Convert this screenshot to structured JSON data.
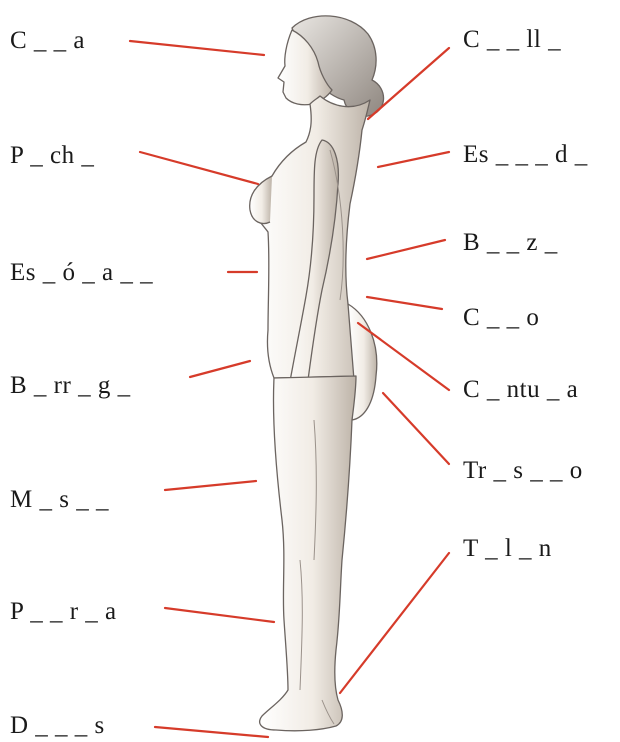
{
  "labels_left": [
    {
      "key": "cara",
      "text": "C _ _ a"
    },
    {
      "key": "pecho",
      "text": "P _ ch _"
    },
    {
      "key": "estomago",
      "text": "Es _ ó _ a _ _"
    },
    {
      "key": "barriga",
      "text": "B _ rr _ g _"
    },
    {
      "key": "muslo",
      "text": "M _ s _ _"
    },
    {
      "key": "pierna",
      "text": "P _ _ r _ a"
    },
    {
      "key": "dedos",
      "text": "D _ _ _ s"
    }
  ],
  "labels_right": [
    {
      "key": "cuello",
      "text": "C _ _ ll _"
    },
    {
      "key": "espalda",
      "text": "Es _ _ _ d _"
    },
    {
      "key": "brazo",
      "text": "B _ _ z _"
    },
    {
      "key": "codo",
      "text": "C _ _ o"
    },
    {
      "key": "cintura",
      "text": "C _ ntu _ a"
    },
    {
      "key": "trasero",
      "text": "Tr _ s _ _ o"
    },
    {
      "key": "talon",
      "text": "T _ l _ n"
    }
  ],
  "colors": {
    "leader_line": "#d63b2a",
    "text": "#1a1a1a",
    "figure_fill": "#f3efe9",
    "figure_stroke": "#6b6460",
    "figure_shade": "#cfc6bd"
  }
}
